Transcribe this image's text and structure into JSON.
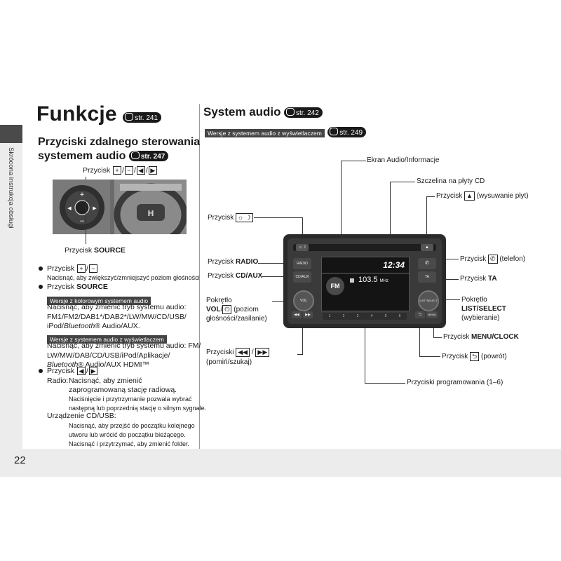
{
  "page_number": "22",
  "side_tab": "Skrócona instrukcja obsługi",
  "left": {
    "title": "Funkcje",
    "title_ref": "str. 241",
    "subtitle_line1": "Przyciski zdalnego sterowania",
    "subtitle_line2": "systemem audio",
    "subtitle_ref": "str. 247",
    "photo_label_top": "Przycisk",
    "photo_label_bottom": "Przycisk SOURCE",
    "b1_label": "Przycisk",
    "b1_desc": "Nacisnąć, aby zwiększyć/zmniejszyć poziom głośności",
    "b2_label": "Przycisk SOURCE",
    "box1": "Wersje z kolorowym systemem audio",
    "box1_text_1": "Nacisnąć, aby zmienić tryb systemu audio:",
    "box1_text_2": "FM1/FM2/DAB1*/DAB2*/LW/MW/CD/USB/",
    "box1_text_3": "iPod/Bluetooth® Audio/AUX.",
    "box2": "Wersje z systemem audio z wyświetlaczem",
    "box2_text_1": "Nacisnąć, aby zmienić tryb systemu audio: FM/",
    "box2_text_2": "LW/MW/DAB/CD/USB/iPod/Aplikacje/",
    "box2_text_3": "Bluetooth® Audio/AUX HDMI™",
    "b3_label": "Przycisk",
    "radio_label": "Radio:",
    "radio_1": "Nacisnąć, aby zmienić",
    "radio_2": "zaprogramowaną stację radiową.",
    "radio_3": "Naciśnięcie i przytrzymanie pozwala wybrać",
    "radio_4": "następną lub poprzednią stację o silnym sygnale.",
    "cd_label": "Urządzenie CD/USB:",
    "cd_1": "Nacisnąć, aby przejść do początku kolejnego",
    "cd_2": "utworu lub wrócić do początku bieżącego.",
    "cd_3": "Nacisnąć i przytrzymać, aby zmienić folder."
  },
  "right": {
    "title": "System audio",
    "title_ref": "str. 242",
    "version_box": "Wersje z systemem audio z wyświetlaczem",
    "version_ref": "str. 249",
    "labels": {
      "ekran": "Ekran Audio/Informacje",
      "szczelina": "Szczelina na płyty CD",
      "wysuwanie_prefix": "Przycisk",
      "wysuwanie_suffix": "(wysuwanie płyt)",
      "jasnosc": "Przycisk",
      "radio_prefix": "Przycisk",
      "radio_bold": "RADIO",
      "cdaux_prefix": "Przycisk",
      "cdaux_bold": "CD/AUX",
      "pokretlo_1": "Pokrętło",
      "pokretlo_2_bold": "VOL",
      "pokretlo_2_rest": "(poziom",
      "pokretlo_3": "głośności/zasilanie)",
      "telefon_prefix": "Przycisk",
      "telefon_suffix": "(telefon)",
      "ta_prefix": "Przycisk",
      "ta_bold": "TA",
      "list_1": "Pokrętło",
      "list_2": "LIST/SELECT",
      "list_3": "(wybieranie)",
      "menu_prefix": "Przycisk",
      "menu_bold": "MENU/CLOCK",
      "powrot_prefix": "Przycisk",
      "powrot_suffix": "(powrót)",
      "pominsz_1": "Przyciski",
      "pominsz_2": "(pomiń/szukaj)",
      "programowania": "Przyciski programowania (1–6)"
    },
    "unit": {
      "btn_radio": "RADIO",
      "btn_cdaux": "CD/AUX",
      "btn_vol": "VOL",
      "btn_ta": "TA",
      "btn_list": "LIST SELECT",
      "btn_menu": "MENU",
      "screen_time": "12:34",
      "screen_band": "FM",
      "screen_freq": "103.5",
      "screen_unit": "MHz",
      "presets": [
        "1",
        "2",
        "3",
        "4",
        "5",
        "6"
      ]
    }
  }
}
